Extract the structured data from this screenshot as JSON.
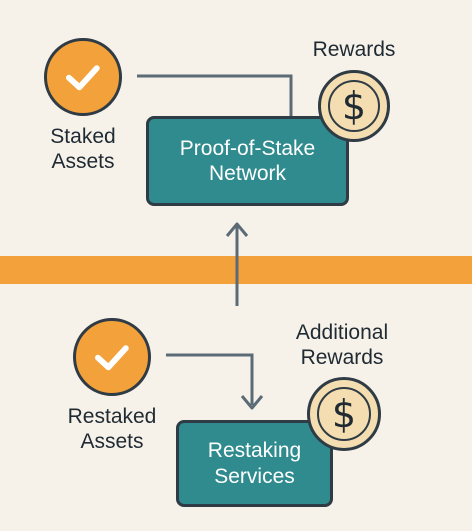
{
  "diagram": {
    "top": {
      "asset_label_line1": "Staked",
      "asset_label_line2": "Assets",
      "network_line1": "Proof-of-Stake",
      "network_line2": "Network",
      "reward_label": "Rewards",
      "coin_symbol": "$"
    },
    "bottom": {
      "asset_label_line1": "Restaked",
      "asset_label_line2": "Assets",
      "service_line1": "Restaking",
      "service_line2": "Services",
      "reward_label_line1": "Additional",
      "reward_label_line2": "Rewards",
      "coin_symbol": "$"
    }
  },
  "colors": {
    "background": "#f7f2e9",
    "accent_orange": "#f3a13a",
    "node_teal": "#2f8b8e",
    "coin_fill": "#f4ddb0",
    "outline": "#2f3b45",
    "connector": "#5b6b76"
  },
  "icons": {
    "check": "check-circle-icon",
    "coin": "dollar-coin-icon",
    "arrow": "arrow-up-icon"
  }
}
